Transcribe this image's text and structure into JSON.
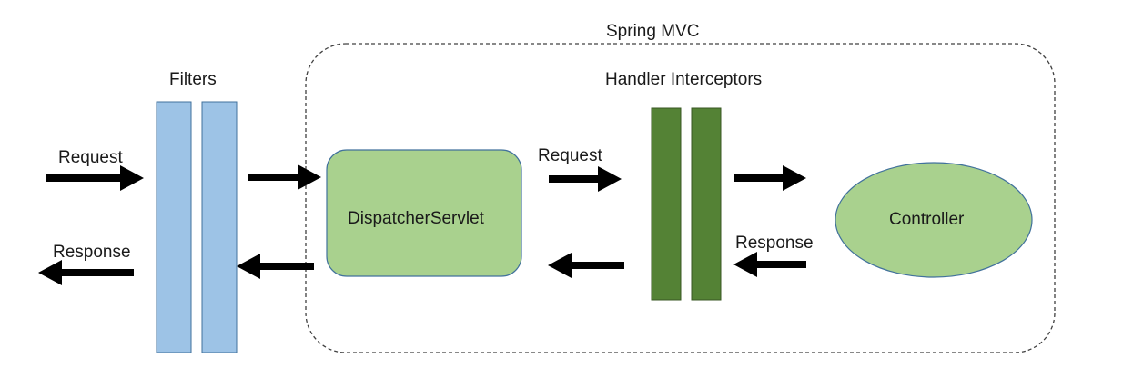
{
  "diagram": {
    "spring_mvc_label": "Spring MVC",
    "filters_label": "Filters",
    "interceptors_label": "Handler Interceptors",
    "dispatcher_label": "DispatcherServlet",
    "controller_label": "Controller",
    "left_request_label": "Request",
    "left_response_label": "Response",
    "mid_request_label": "Request",
    "right_response_label": "Response"
  },
  "colors": {
    "filter_fill": "#9dc3e6",
    "filter_stroke": "#41719c",
    "interceptor_fill": "#548235",
    "interceptor_stroke": "#385723",
    "node_fill": "#a9d18e",
    "node_stroke": "#41719c",
    "arrow": "#000000",
    "boundary": "#404040"
  }
}
